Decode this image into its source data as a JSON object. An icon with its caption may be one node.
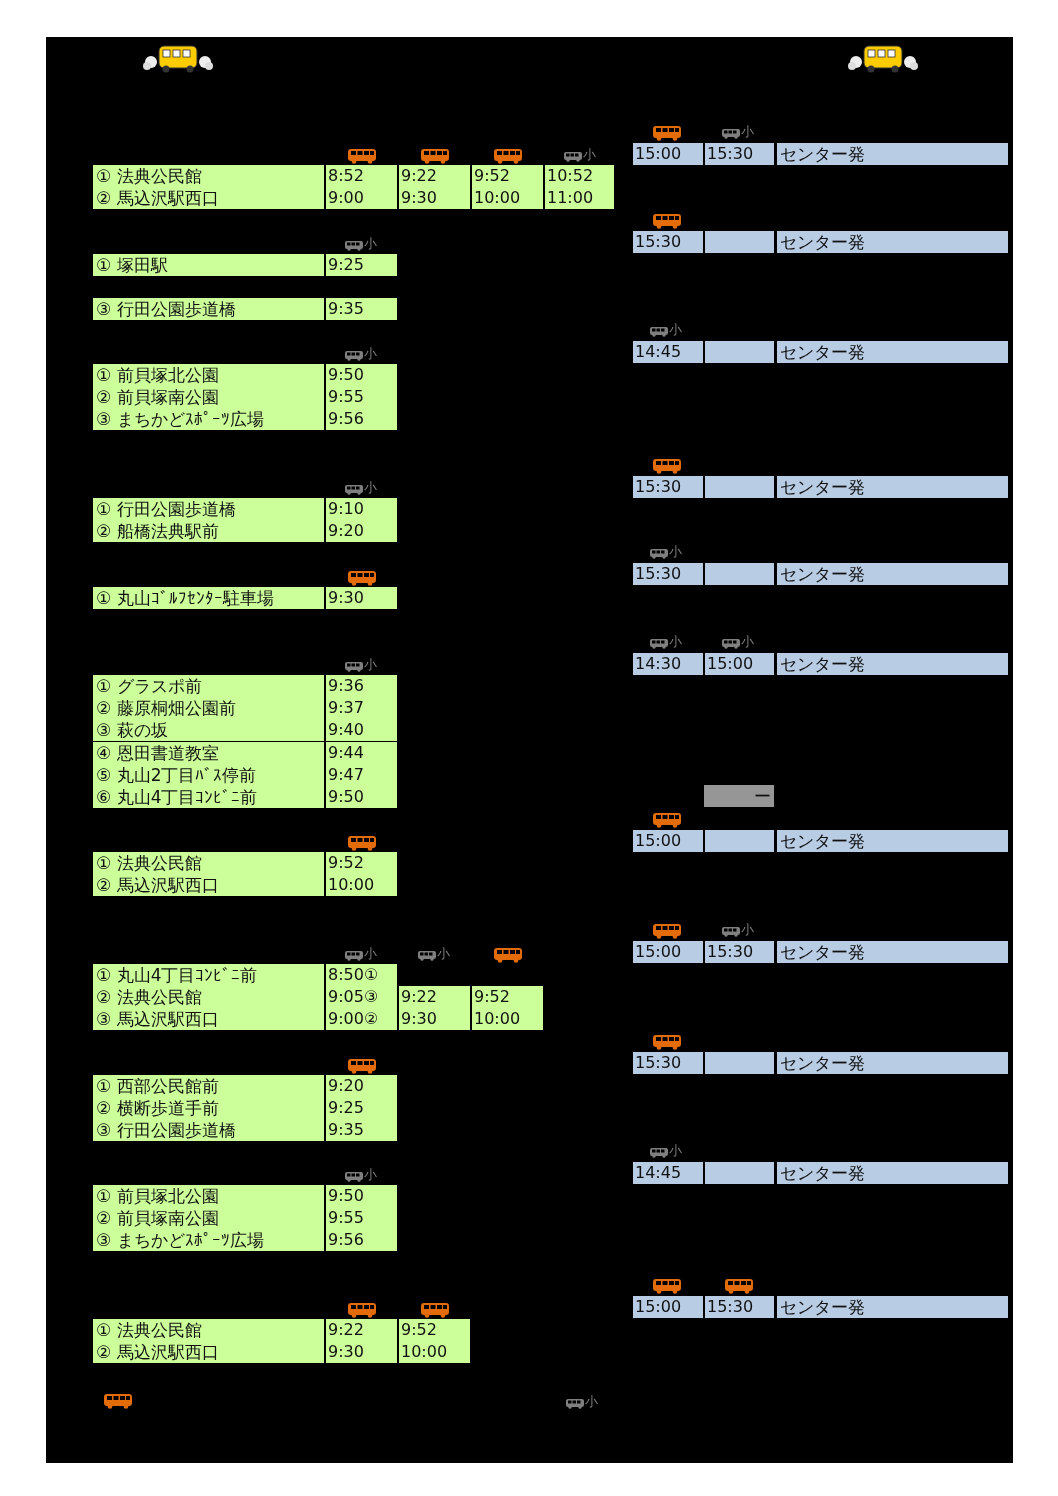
{
  "diagram": {
    "labels": [
      "小",
      "① 法典公民館",
      "8:52",
      "9:22",
      "9:52",
      "10:52",
      "② 馬込沢駅西口",
      "9:00",
      "9:30",
      "10:00",
      "11:00",
      "小",
      "① 塚田駅",
      "9:25",
      "③ 行田公園歩道橋",
      "9:35",
      "小",
      "① 前貝塚北公園",
      "9:50",
      "② 前貝塚南公園",
      "9:55",
      "③ まちかどｽﾎﾟｰﾂ広場",
      "9:56",
      "小",
      "① 行田公園歩道橋",
      "9:10",
      "② 船橋法典駅前",
      "9:20",
      "① 丸山ｺﾞﾙﾌｾﾝﾀｰ駐車場",
      "9:30",
      "小",
      "① グラスポ前",
      "9:36",
      "② 藤原桐畑公園前",
      "9:37",
      "③ 萩の坂",
      "9:40",
      "④ 恩田書道教室",
      "9:44",
      "⑤ 丸山2丁目ﾊﾞｽ停前",
      "9:47",
      "⑥ 丸山4丁目ｺﾝﾋﾞﾆ前",
      "9:50",
      "① 法典公民館",
      "9:52",
      "② 馬込沢駅西口",
      "10:00",
      "小",
      "小",
      "① 丸山4丁目ｺﾝﾋﾞﾆ前",
      "8:50①",
      "② 法典公民館",
      "9:05③",
      "9:22",
      "9:52",
      "③ 馬込沢駅西口",
      "9:00②",
      "9:30",
      "10:00",
      "① 西部公民館前",
      "9:20",
      "② 横断歩道手前",
      "9:25",
      "③ 行田公園歩道橋",
      "9:35",
      "小",
      "① 前貝塚北公園",
      "9:50",
      "② 前貝塚南公園",
      "9:55",
      "③ まちかどｽﾎﾟｰﾂ広場",
      "9:56",
      "① 法典公民館",
      "9:22",
      "9:52",
      "② 馬込沢駅西口",
      "9:30",
      "10:00",
      "小",
      "小",
      "15:00",
      "15:30",
      "センター発",
      "15:30",
      "センター発",
      "小",
      "14:45",
      "センター発",
      "15:30",
      "センター発",
      "小",
      "15:30",
      "センター発",
      "小",
      "小",
      "14:30",
      "15:00",
      "センター発",
      "ー",
      "15:00",
      "センター発",
      "小",
      "15:00",
      "15:30",
      "センター発",
      "15:30",
      "センター発",
      "小",
      "14:45",
      "センター発",
      "15:00",
      "15:30",
      "センター発"
    ]
  }
}
